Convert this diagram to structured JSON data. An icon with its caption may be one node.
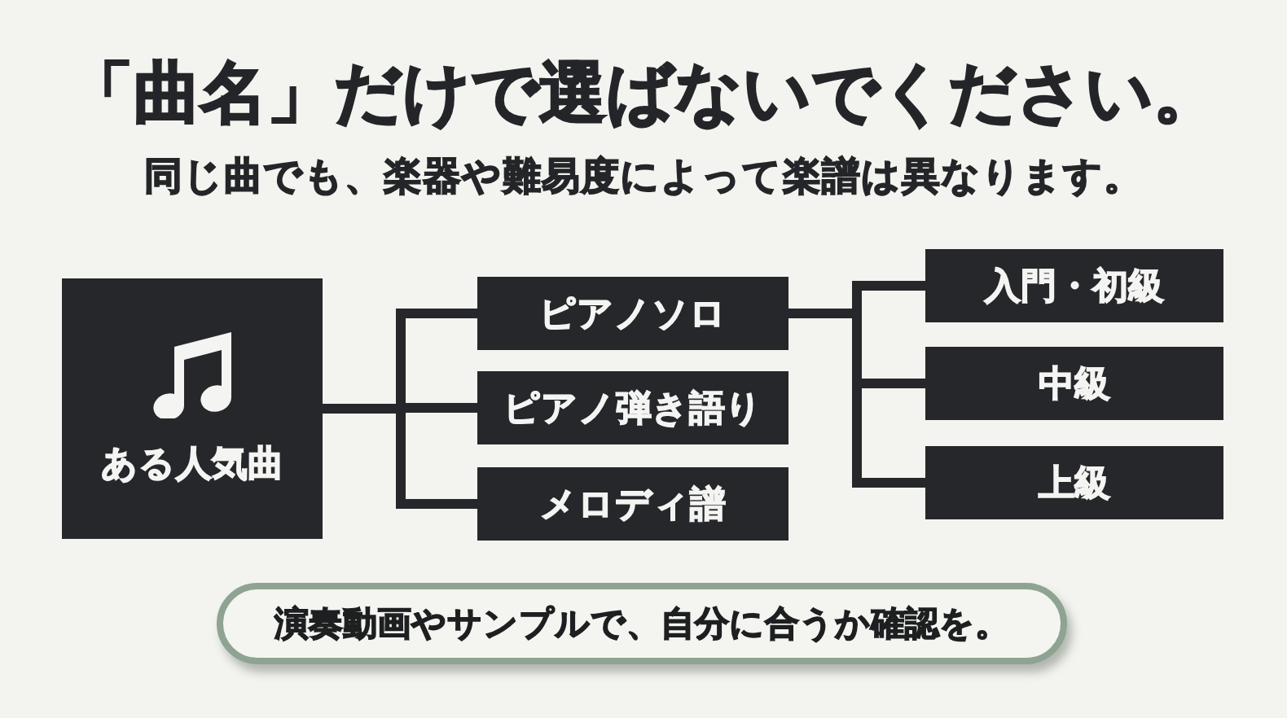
{
  "diagram": {
    "title": "「曲名」だけで選ばないでください。",
    "nodes": [
      {
        "text": [
          "ある人気曲"
        ]
      },
      {
        "text": [
          "ピアノソロ"
        ]
      },
      {
        "text": [
          "ピアノ弾き語り"
        ]
      },
      {
        "text": [
          "メロディ譜"
        ]
      },
      {
        "text": [
          "入門・初級"
        ]
      },
      {
        "text": [
          "中級"
        ]
      },
      {
        "text": [
          "上級"
        ]
      },
      {
        "text": [
          "演奏動画やサンプルで、自分に合うか確認を。"
        ]
      }
    ],
    "edges": [
      {
        "from": 0,
        "to": 1,
        "arrow": "none"
      },
      {
        "from": 0,
        "to": 2,
        "arrow": "none"
      },
      {
        "from": 0,
        "to": 3,
        "arrow": "none"
      },
      {
        "from": 1,
        "to": 4,
        "arrow": "none"
      },
      {
        "from": 1,
        "to": 5,
        "arrow": "none"
      },
      {
        "from": 1,
        "to": 6,
        "arrow": "none"
      }
    ],
    "labels": [
      "同じ曲でも、楽器や難易度によって楽譜は異なります。"
    ]
  }
}
